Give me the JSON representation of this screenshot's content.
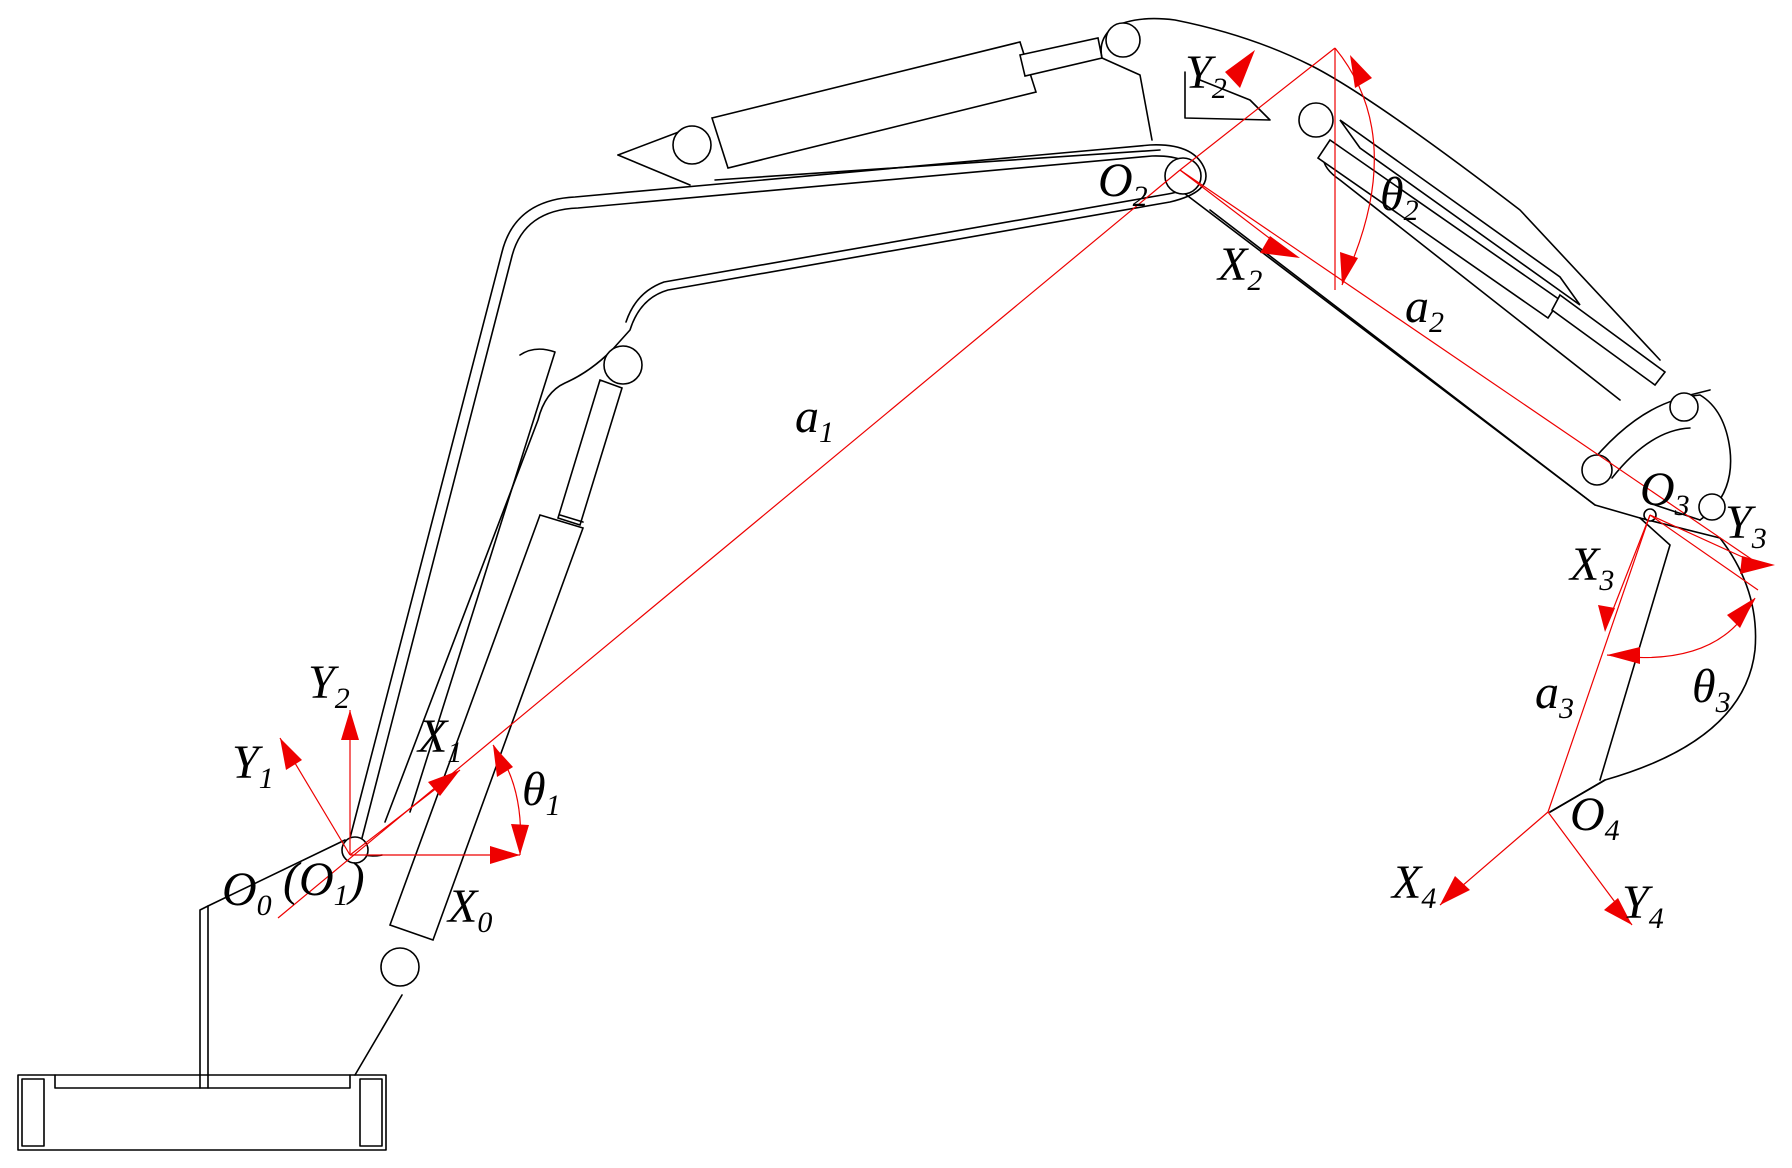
{
  "labels": {
    "o0": {
      "main": "O",
      "sub": "0"
    },
    "o1_open": "(",
    "o1": {
      "main": "O",
      "sub": "1"
    },
    "o1_close": ")",
    "x0": {
      "main": "X",
      "sub": "0"
    },
    "y1": {
      "main": "Y",
      "sub": "1"
    },
    "y2_base": {
      "main": "Y",
      "sub": "2"
    },
    "x1": {
      "main": "X",
      "sub": "1"
    },
    "theta1": {
      "main": "θ",
      "sub": "1"
    },
    "a1": {
      "main": "a",
      "sub": "1"
    },
    "o2": {
      "main": "O",
      "sub": "2"
    },
    "y2": {
      "main": "Y",
      "sub": "2"
    },
    "x2": {
      "main": "X",
      "sub": "2"
    },
    "theta2": {
      "main": "θ",
      "sub": "2"
    },
    "a2": {
      "main": "a",
      "sub": "2"
    },
    "o3": {
      "main": "O",
      "sub": "3"
    },
    "y3": {
      "main": "Y",
      "sub": "3"
    },
    "x3": {
      "main": "X",
      "sub": "3"
    },
    "theta3": {
      "main": "θ",
      "sub": "3"
    },
    "a3": {
      "main": "a",
      "sub": "3"
    },
    "o4": {
      "main": "O",
      "sub": "4"
    },
    "x4": {
      "main": "X",
      "sub": "4"
    },
    "y4": {
      "main": "Y",
      "sub": "4"
    }
  },
  "colors": {
    "annotation": "#ee0000",
    "linework": "#000000",
    "background": "#ffffff"
  }
}
